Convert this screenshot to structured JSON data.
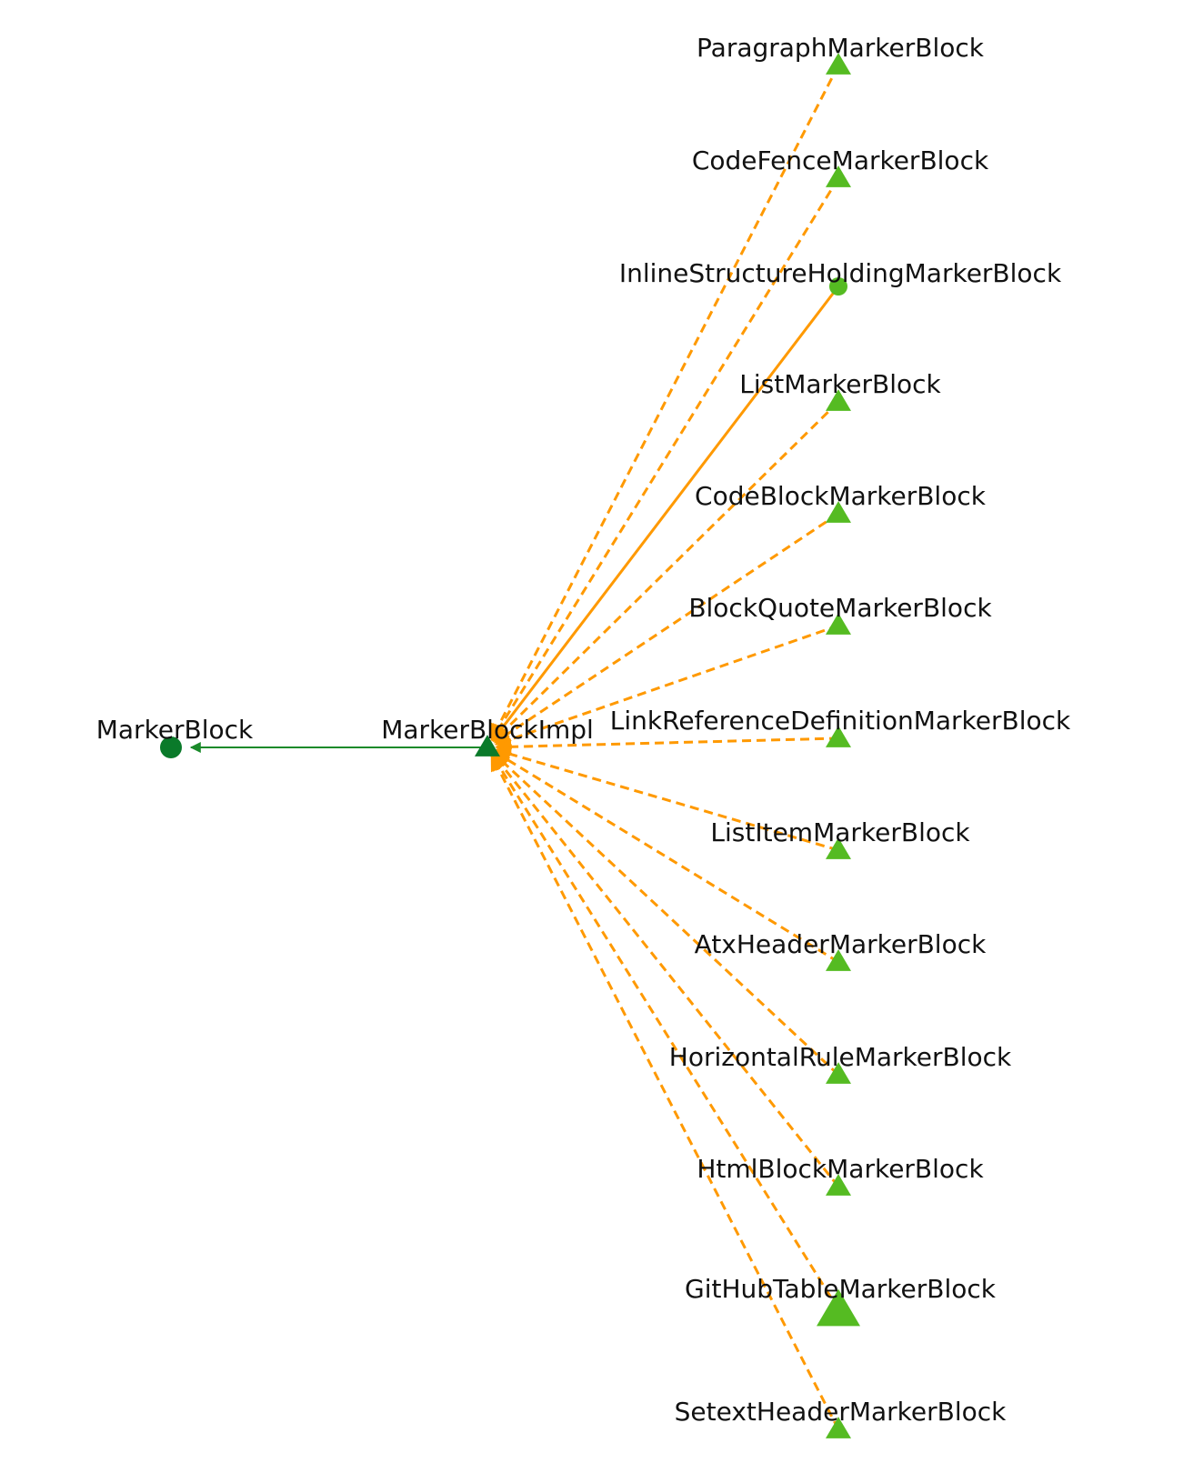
{
  "colors": {
    "background": "#ffffff",
    "implementation_edge": "#ff9900",
    "inheritance_edge": "#1a8a2a",
    "class_node": "#55bb22",
    "root_node": "#0a7a2a",
    "label": "#111111"
  },
  "nodes": [
    {
      "id": "MarkerBlock",
      "label": "MarkerBlock",
      "shape": "circle",
      "color": "#0a7a2a",
      "size": "medium"
    },
    {
      "id": "MarkerBlockImpl",
      "label": "MarkerBlockImpl",
      "shape": "triangle",
      "color": "#0a7a2a",
      "size": "medium"
    },
    {
      "id": "ParagraphMarkerBlock",
      "label": "ParagraphMarkerBlock",
      "shape": "triangle",
      "color": "#55bb22",
      "size": "medium"
    },
    {
      "id": "CodeFenceMarkerBlock",
      "label": "CodeFenceMarkerBlock",
      "shape": "triangle",
      "color": "#55bb22",
      "size": "medium"
    },
    {
      "id": "InlineStructureHoldingMarkerBlock",
      "label": "InlineStructureHoldingMarkerBlock",
      "shape": "circle",
      "color": "#55bb22",
      "size": "small"
    },
    {
      "id": "ListMarkerBlock",
      "label": "ListMarkerBlock",
      "shape": "triangle",
      "color": "#55bb22",
      "size": "medium"
    },
    {
      "id": "CodeBlockMarkerBlock",
      "label": "CodeBlockMarkerBlock",
      "shape": "triangle",
      "color": "#55bb22",
      "size": "medium"
    },
    {
      "id": "BlockQuoteMarkerBlock",
      "label": "BlockQuoteMarkerBlock",
      "shape": "triangle",
      "color": "#55bb22",
      "size": "medium"
    },
    {
      "id": "LinkReferenceDefinitionMarkerBlock",
      "label": "LinkReferenceDefinitionMarkerBlock",
      "shape": "triangle",
      "color": "#55bb22",
      "size": "medium"
    },
    {
      "id": "ListItemMarkerBlock",
      "label": "ListItemMarkerBlock",
      "shape": "triangle",
      "color": "#55bb22",
      "size": "medium"
    },
    {
      "id": "AtxHeaderMarkerBlock",
      "label": "AtxHeaderMarkerBlock",
      "shape": "triangle",
      "color": "#55bb22",
      "size": "medium"
    },
    {
      "id": "HorizontalRuleMarkerBlock",
      "label": "HorizontalRuleMarkerBlock",
      "shape": "triangle",
      "color": "#55bb22",
      "size": "medium"
    },
    {
      "id": "HtmlBlockMarkerBlock",
      "label": "HtmlBlockMarkerBlock",
      "shape": "triangle",
      "color": "#55bb22",
      "size": "medium"
    },
    {
      "id": "GitHubTableMarkerBlock",
      "label": "GitHubTableMarkerBlock",
      "shape": "triangle",
      "color": "#55bb22",
      "size": "large"
    },
    {
      "id": "SetextHeaderMarkerBlock",
      "label": "SetextHeaderMarkerBlock",
      "shape": "triangle",
      "color": "#55bb22",
      "size": "medium"
    }
  ],
  "edges": [
    {
      "from": "MarkerBlockImpl",
      "to": "MarkerBlock",
      "style": "solid",
      "color": "#1a8a2a"
    },
    {
      "from": "ParagraphMarkerBlock",
      "to": "MarkerBlockImpl",
      "style": "dashed",
      "color": "#ff9900"
    },
    {
      "from": "CodeFenceMarkerBlock",
      "to": "MarkerBlockImpl",
      "style": "dashed",
      "color": "#ff9900"
    },
    {
      "from": "InlineStructureHoldingMarkerBlock",
      "to": "MarkerBlockImpl",
      "style": "solid",
      "color": "#ff9900"
    },
    {
      "from": "ListMarkerBlock",
      "to": "MarkerBlockImpl",
      "style": "dashed",
      "color": "#ff9900"
    },
    {
      "from": "CodeBlockMarkerBlock",
      "to": "MarkerBlockImpl",
      "style": "dashed",
      "color": "#ff9900"
    },
    {
      "from": "BlockQuoteMarkerBlock",
      "to": "MarkerBlockImpl",
      "style": "dashed",
      "color": "#ff9900"
    },
    {
      "from": "LinkReferenceDefinitionMarkerBlock",
      "to": "MarkerBlockImpl",
      "style": "dashed",
      "color": "#ff9900"
    },
    {
      "from": "ListItemMarkerBlock",
      "to": "MarkerBlockImpl",
      "style": "dashed",
      "color": "#ff9900"
    },
    {
      "from": "AtxHeaderMarkerBlock",
      "to": "MarkerBlockImpl",
      "style": "dashed",
      "color": "#ff9900"
    },
    {
      "from": "HorizontalRuleMarkerBlock",
      "to": "MarkerBlockImpl",
      "style": "dashed",
      "color": "#ff9900"
    },
    {
      "from": "HtmlBlockMarkerBlock",
      "to": "MarkerBlockImpl",
      "style": "dashed",
      "color": "#ff9900"
    },
    {
      "from": "GitHubTableMarkerBlock",
      "to": "MarkerBlockImpl",
      "style": "dashed",
      "color": "#ff9900"
    },
    {
      "from": "SetextHeaderMarkerBlock",
      "to": "MarkerBlockImpl",
      "style": "dashed",
      "color": "#ff9900"
    }
  ]
}
